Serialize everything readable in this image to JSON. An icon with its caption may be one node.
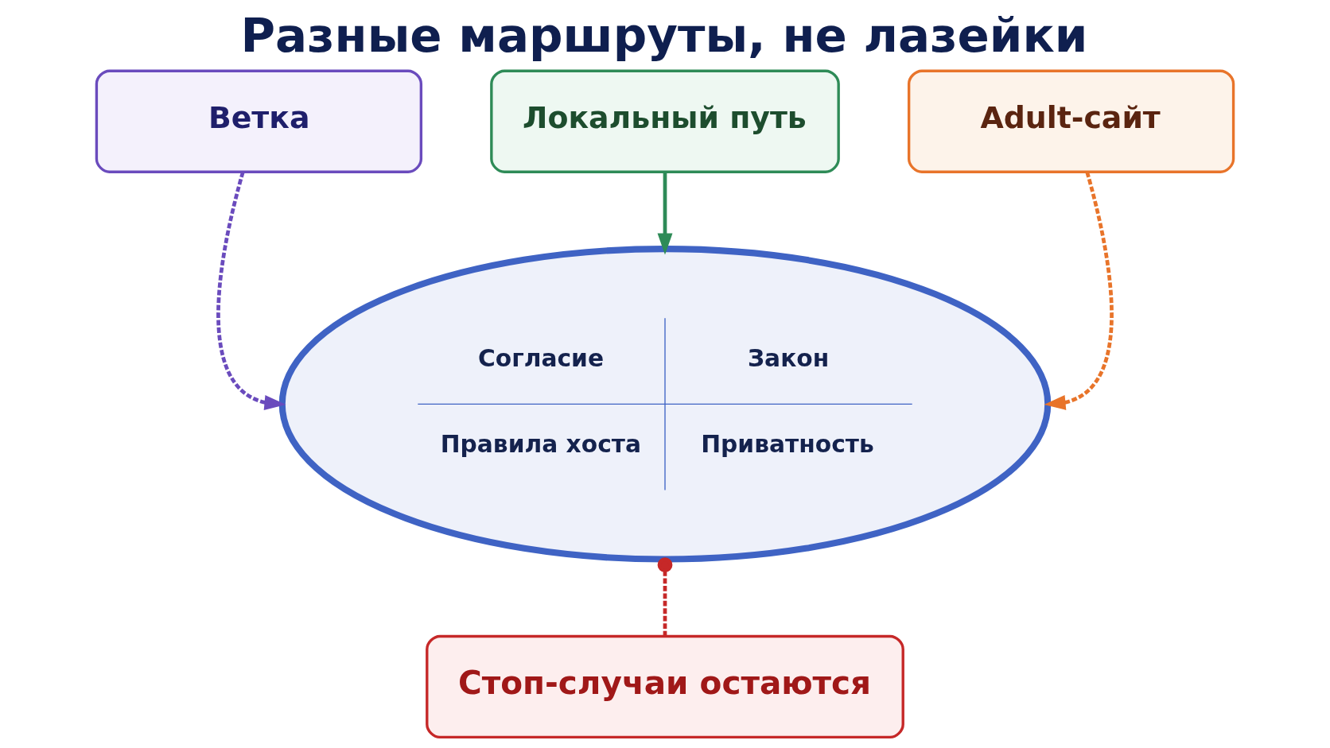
{
  "diagram": {
    "title": "Разные маршруты, не лазейки",
    "nodes": [
      {
        "text": [
          "Ветка"
        ]
      },
      {
        "text": [
          "Локальный путь"
        ]
      },
      {
        "text": [
          "Adult-сайт"
        ]
      },
      {
        "text": [
          "Согласие",
          "Закон",
          "Правила хоста",
          "Приватность"
        ]
      },
      {
        "text": [
          "Стоп-случаи остаются"
        ]
      }
    ],
    "edges": [
      {
        "from": 0,
        "to": 3,
        "arrow": "to",
        "style": "dashed",
        "color": "#6a4bbd"
      },
      {
        "from": 1,
        "to": 3,
        "arrow": "to",
        "color": "#2e8b57"
      },
      {
        "from": 2,
        "to": 3,
        "arrow": "to",
        "style": "dashed",
        "color": "#e8742a"
      },
      {
        "from": 3,
        "to": 4,
        "arrow": "other",
        "style": "dashed",
        "color": "#c62828"
      }
    ]
  }
}
